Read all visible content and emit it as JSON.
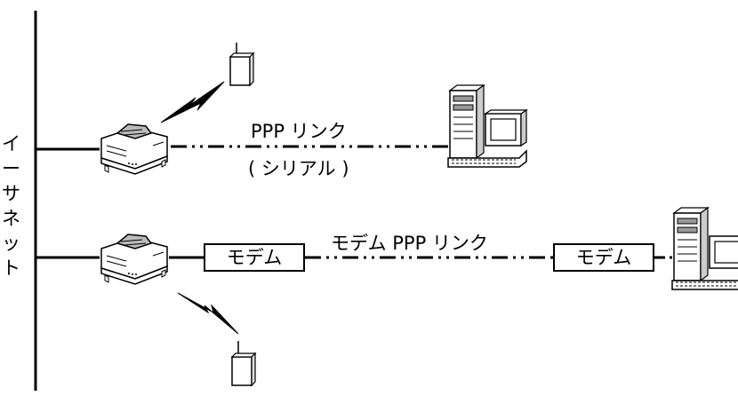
{
  "ethernet_label": [
    "イ",
    "ー",
    "サ",
    "ネ",
    "ッ",
    "ト"
  ],
  "links": {
    "ppp_link": "PPP リンク",
    "ppp_link_sub": "( シリアル )",
    "modem_ppp_link": "モデム PPP リンク"
  },
  "modems": {
    "left": "モデム",
    "right": "モデム"
  },
  "colors": {
    "line": "#000000",
    "device_fill": "#ffffff",
    "device_shade": "#999999"
  },
  "icons": [
    "router-icon",
    "phone-icon",
    "computer-icon",
    "wireless-link-icon"
  ]
}
